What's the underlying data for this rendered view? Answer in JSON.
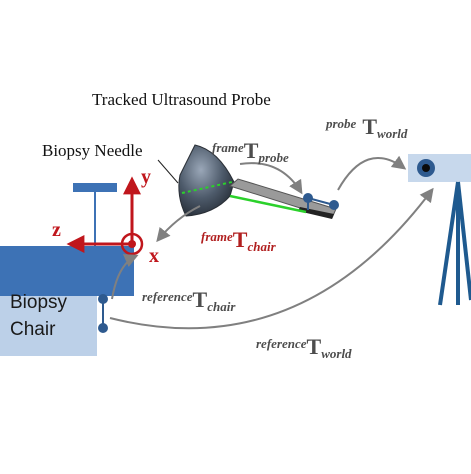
{
  "labels": {
    "probe_title": "Tracked Ultrasound Probe",
    "needle": "Biopsy Needle",
    "chair_line1": "Biopsy",
    "chair_line2": "Chair"
  },
  "axes": {
    "y": "y",
    "z": "z",
    "x": "x"
  },
  "transforms": [
    {
      "id": "frame_probe",
      "sup": "frame",
      "main": "T",
      "sub": "probe",
      "color": "#4d4d4d"
    },
    {
      "id": "probe_world",
      "sup": "probe",
      "main": "T",
      "sub": "world",
      "color": "#4d4d4d"
    },
    {
      "id": "frame_chair",
      "sup": "frame",
      "main": "T",
      "sub": "chair",
      "color": "#b11f1f"
    },
    {
      "id": "reference_chair",
      "sup": "reference",
      "main": "T",
      "sub": "chair",
      "color": "#4d4d4d"
    },
    {
      "id": "reference_world",
      "sup": "reference",
      "main": "T",
      "sub": "world",
      "color": "#4d4d4d"
    }
  ],
  "colors": {
    "chair_top": "#3d72b5",
    "chair_body": "#bcd0e8",
    "axis_red": "#c0161c",
    "marker_blue": "#2e5a8f",
    "tripod": "#1f5a8f",
    "camera_box": "#c7d8ec",
    "arrow_gray": "#808080",
    "needle_green": "#2bd12b"
  }
}
